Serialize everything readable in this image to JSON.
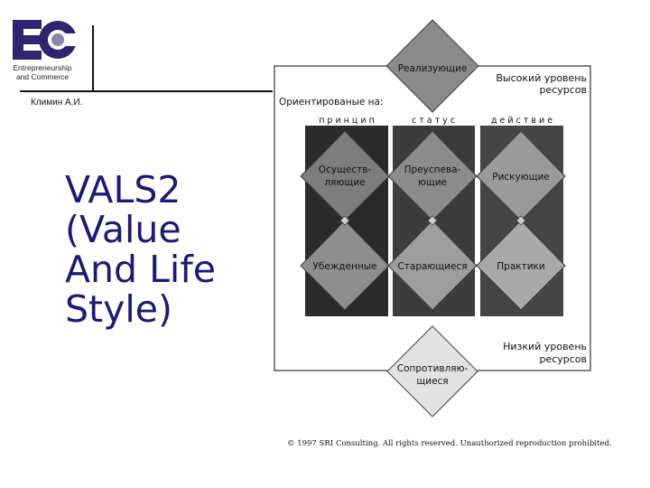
{
  "logo": {
    "letters": "EC",
    "tagline_line1": "Entrepreneurship",
    "tagline_line2": "and Commerce"
  },
  "author": "Климин А.И.",
  "title_lines": [
    "VALS2",
    "(Value",
    "And Life",
    "Style)"
  ],
  "diagram": {
    "top_segment_line1": "Реализующие",
    "high_resources_line1": "Высокий уровень",
    "high_resources_line2": "ресурсов",
    "oriented_on": "Ориентированые на:",
    "col_principle": "п р и н ц и п",
    "col_status": "с т а т у с",
    "col_action": "д е й с т в и е",
    "seg_fulfilled_line1": "Осуществ-",
    "seg_fulfilled_line2": "ляющие",
    "seg_achievers_line1": "Преуспева-",
    "seg_achievers_line2": "ющие",
    "seg_experiencers": "Рискующие",
    "seg_believers": "Убежденные",
    "seg_strivers": "Старающиеся",
    "seg_makers": "Практики",
    "low_resources_line1": "Низкий уровень",
    "low_resources_line2": "ресурсов",
    "bottom_segment_line1": "Сопротивляю-",
    "bottom_segment_line2": "щиеся"
  },
  "copyright": "© 1997 SRI Consulting. All rights reserved. Unauthorized reproduction prohibited."
}
